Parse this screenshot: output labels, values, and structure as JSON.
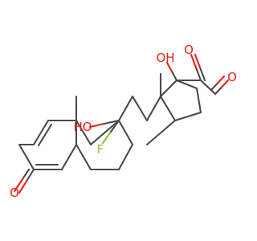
{
  "molecule": {
    "colors": {
      "bond": "#4a4a4a",
      "oxygen": "#e8221c",
      "fluorine": "#8fbf3a"
    },
    "labels": {
      "oh_c11": "HO",
      "f_c9": "F",
      "oh_c17": "OH",
      "o_c20": "O",
      "o_c21": "O",
      "o_c3": "O"
    }
  }
}
